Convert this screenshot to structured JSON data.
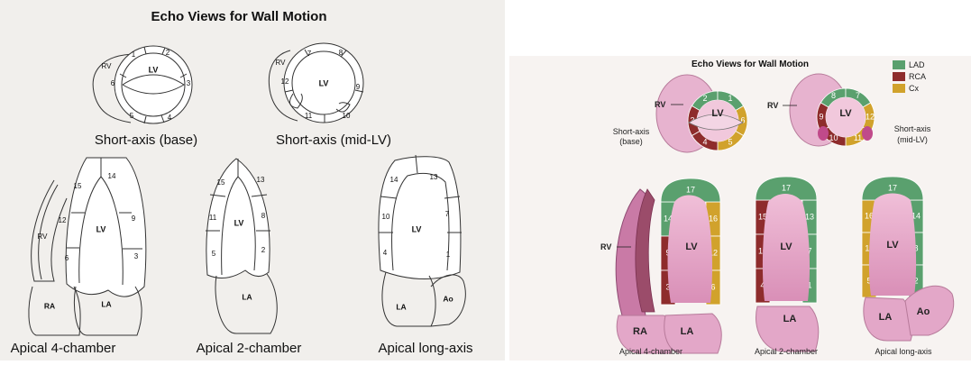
{
  "left": {
    "title": "Echo Views for Wall Motion",
    "captions": {
      "sax_base": "Short-axis (base)",
      "sax_mid": "Short-axis (mid-LV)",
      "a4c": "Apical 4-chamber",
      "a2c": "Apical 2-chamber",
      "alax": "Apical long-axis"
    },
    "labels": {
      "lv": "LV",
      "rv": "RV",
      "ra": "RA",
      "la": "LA",
      "ao": "Ao",
      "s1": "1",
      "s2": "2",
      "s3": "3",
      "s4": "4",
      "s5": "5",
      "s6": "6",
      "s7": "7",
      "s8": "8",
      "s9": "9",
      "s10": "10",
      "s11": "11",
      "s12": "12",
      "s13": "13",
      "s14": "14",
      "s15": "15"
    }
  },
  "right": {
    "title": "Echo Views for Wall Motion",
    "legend": [
      {
        "label": "LAD",
        "color": "#5aa06e"
      },
      {
        "label": "RCA",
        "color": "#8e2c2c"
      },
      {
        "label": "Cx",
        "color": "#d1a22c"
      }
    ],
    "captions": {
      "sax_base_line1": "Short-axis",
      "sax_base_line2": "(base)",
      "sax_mid_line1": "Short-axis",
      "sax_mid_line2": "(mid-LV)",
      "a4c": "Apical 4-chamber",
      "a2c": "Apical 2-chamber",
      "alax": "Apical long-axis"
    },
    "labels": {
      "lv": "LV",
      "rv": "RV",
      "ra": "RA",
      "la": "LA",
      "ao": "Ao",
      "s1": "1",
      "s2": "2",
      "s3": "3",
      "s4": "4",
      "s5": "5",
      "s6": "6",
      "s7": "7",
      "s8": "8",
      "s9": "9",
      "s10": "10",
      "s11": "11",
      "s12": "12",
      "s13": "13",
      "s14": "14",
      "s15": "15",
      "s16": "16",
      "s17": "17"
    }
  }
}
